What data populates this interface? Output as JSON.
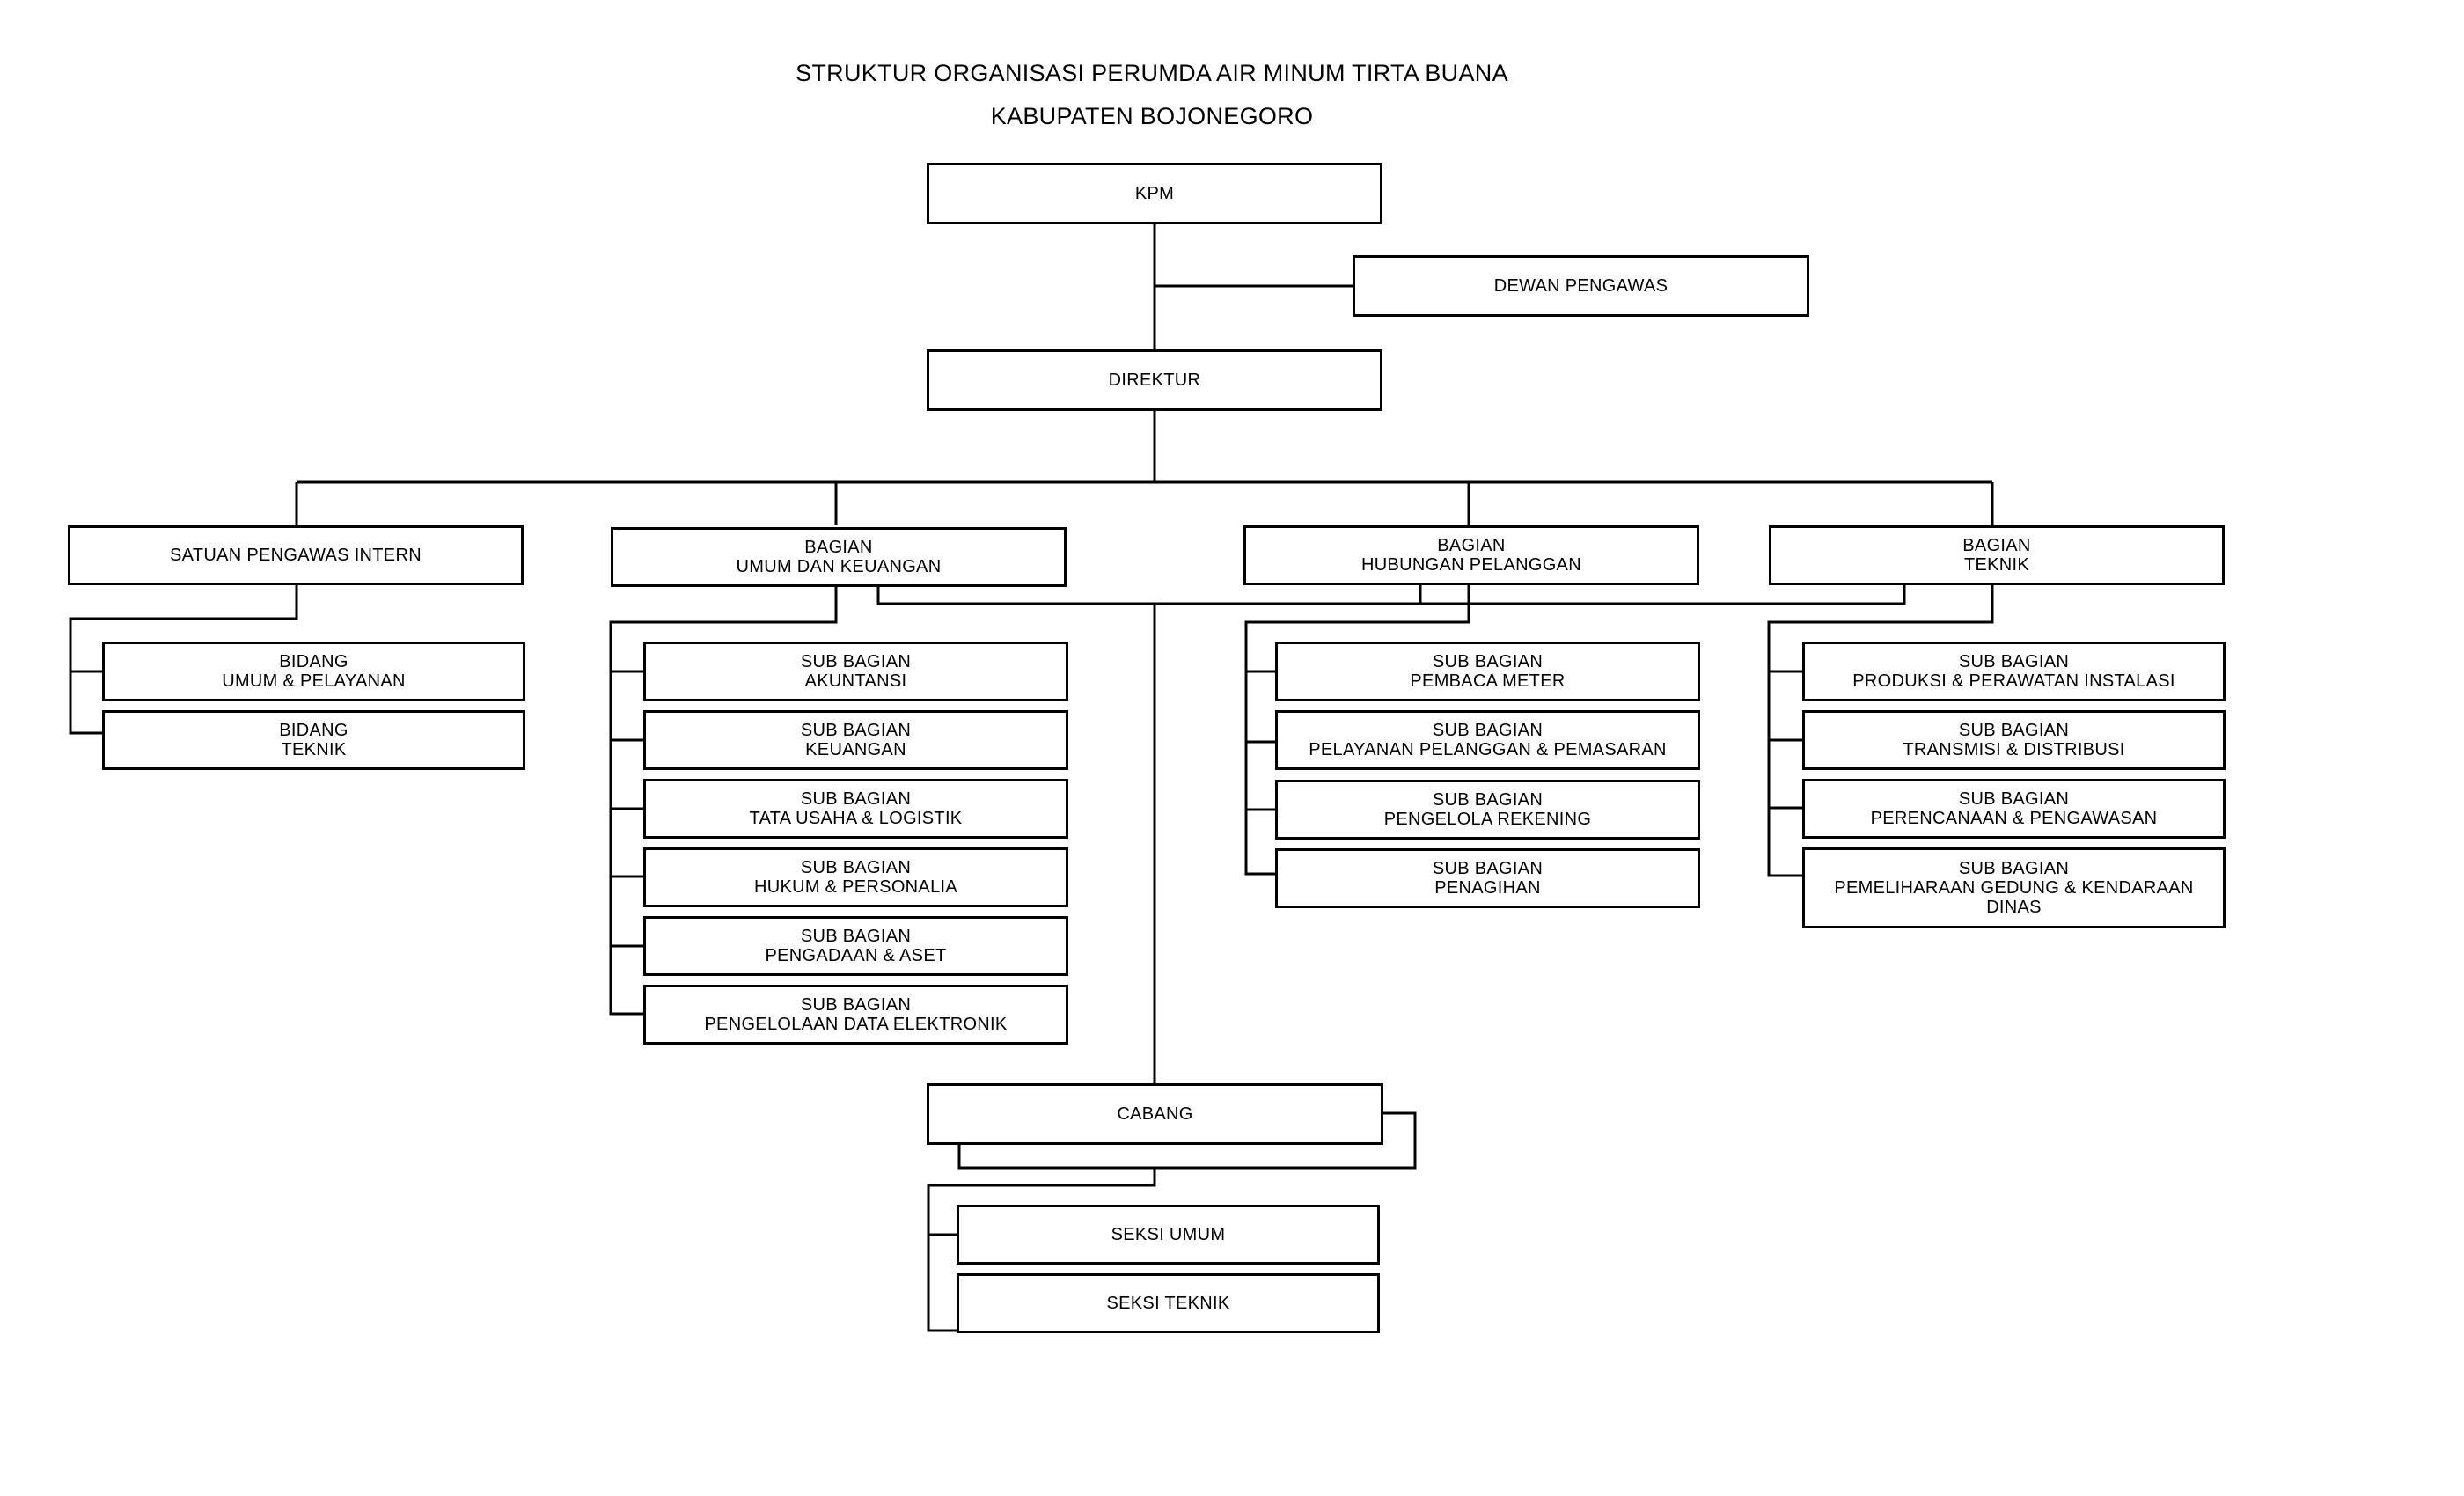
{
  "title": {
    "line1": "STRUKTUR ORGANISASI PERUMDA AIR MINUM TIRTA BUANA",
    "line2": "KABUPATEN BOJONEGORO"
  },
  "nodes": {
    "kpm": [
      "KPM"
    ],
    "dewan_pengawas": [
      "DEWAN PENGAWAS"
    ],
    "direktur": [
      "DIREKTUR"
    ],
    "spi": [
      "SATUAN PENGAWAS INTERN"
    ],
    "bidang_umum": [
      "BIDANG",
      "UMUM & PELAYANAN"
    ],
    "bidang_teknik": [
      "BIDANG",
      "TEKNIK"
    ],
    "bagian_umum": [
      "BAGIAN",
      "UMUM DAN KEUANGAN"
    ],
    "sb_akuntansi": [
      "SUB BAGIAN",
      "AKUNTANSI"
    ],
    "sb_keuangan": [
      "SUB BAGIAN",
      "KEUANGAN"
    ],
    "sb_tata_usaha": [
      "SUB BAGIAN",
      "TATA USAHA & LOGISTIK"
    ],
    "sb_hukum": [
      "SUB BAGIAN",
      "HUKUM & PERSONALIA"
    ],
    "sb_pengadaan": [
      "SUB BAGIAN",
      "PENGADAAN & ASET"
    ],
    "sb_data": [
      "SUB BAGIAN",
      "PENGELOLAAN DATA ELEKTRONIK"
    ],
    "bagian_hubungan": [
      "BAGIAN",
      "HUBUNGAN PELANGGAN"
    ],
    "sb_pembaca": [
      "SUB BAGIAN",
      "PEMBACA METER"
    ],
    "sb_pelayanan": [
      "SUB BAGIAN",
      "PELAYANAN PELANGGAN & PEMASARAN"
    ],
    "sb_rekening": [
      "SUB BAGIAN",
      "PENGELOLA REKENING"
    ],
    "sb_penagihan": [
      "SUB BAGIAN",
      "PENAGIHAN"
    ],
    "bagian_teknik": [
      "BAGIAN",
      "TEKNIK"
    ],
    "sb_produksi": [
      "SUB BAGIAN",
      "PRODUKSI & PERAWATAN INSTALASI"
    ],
    "sb_transmisi": [
      "SUB BAGIAN",
      "TRANSMISI & DISTRIBUSI"
    ],
    "sb_perencanaan": [
      "SUB BAGIAN",
      "PERENCANAAN & PENGAWASAN"
    ],
    "sb_pemeliharaan": [
      "SUB BAGIAN",
      "PEMELIHARAAN GEDUNG & KENDARAAN",
      "DINAS"
    ],
    "cabang": [
      "CABANG"
    ],
    "seksi_umum": [
      "SEKSI UMUM"
    ],
    "seksi_teknik": [
      "SEKSI TEKNIK"
    ]
  }
}
